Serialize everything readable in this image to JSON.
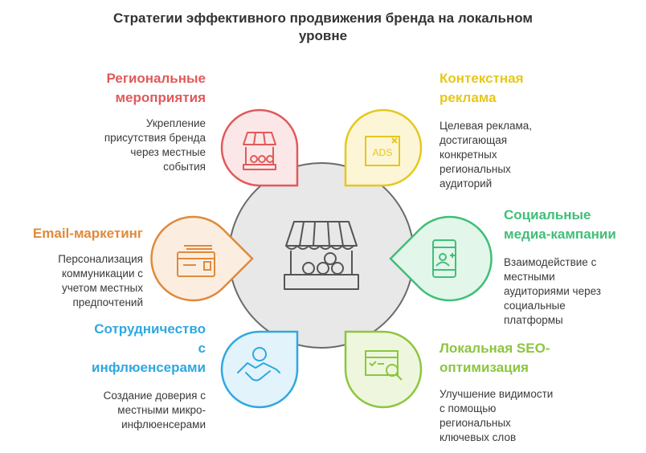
{
  "title": "Стратегии эффективного продвижения бренда на локальном\nуровне",
  "center": {
    "icon": "market-stall-icon"
  },
  "strategies": [
    {
      "heading": "Региональные\nмероприятия",
      "description": "Укрепление\nприсутствия бренда\nчерез местные\nсобытия",
      "color": "#e05a5a",
      "icon": "market-stall-icon"
    },
    {
      "heading": "Контекстная\nреклама",
      "description": "Целевая реклама,\nдостигающая\nконкретных\nрегиональных\nаудиторий",
      "color": "#e6c71e",
      "icon": "ads-icon"
    },
    {
      "heading": "Социальные\nмедиа-кампании",
      "description": "Взаимодействие с\nместными\nаудиториями через\nсоциальные\nплатформы",
      "color": "#3fbf78",
      "icon": "phone-add-user-icon"
    },
    {
      "heading": "Локальная SEO-\nоптимизация",
      "description": "Улучшение видимости\nс помощью\nрегиональных\nключевых слов",
      "color": "#8cc63f",
      "icon": "search-window-icon"
    },
    {
      "heading": "Сотрудничество\nс\nинфлюенсерами",
      "description": "Создание доверия с\nместными микро-\nинфлюенсерами",
      "color": "#2fa8e0",
      "icon": "handshake-icon"
    },
    {
      "heading": "Email-маркетинг",
      "description": "Персонализация\nкоммуникации с\nучетом местных\nпредпочтений",
      "color": "#e08a3c",
      "icon": "email-card-icon"
    }
  ]
}
